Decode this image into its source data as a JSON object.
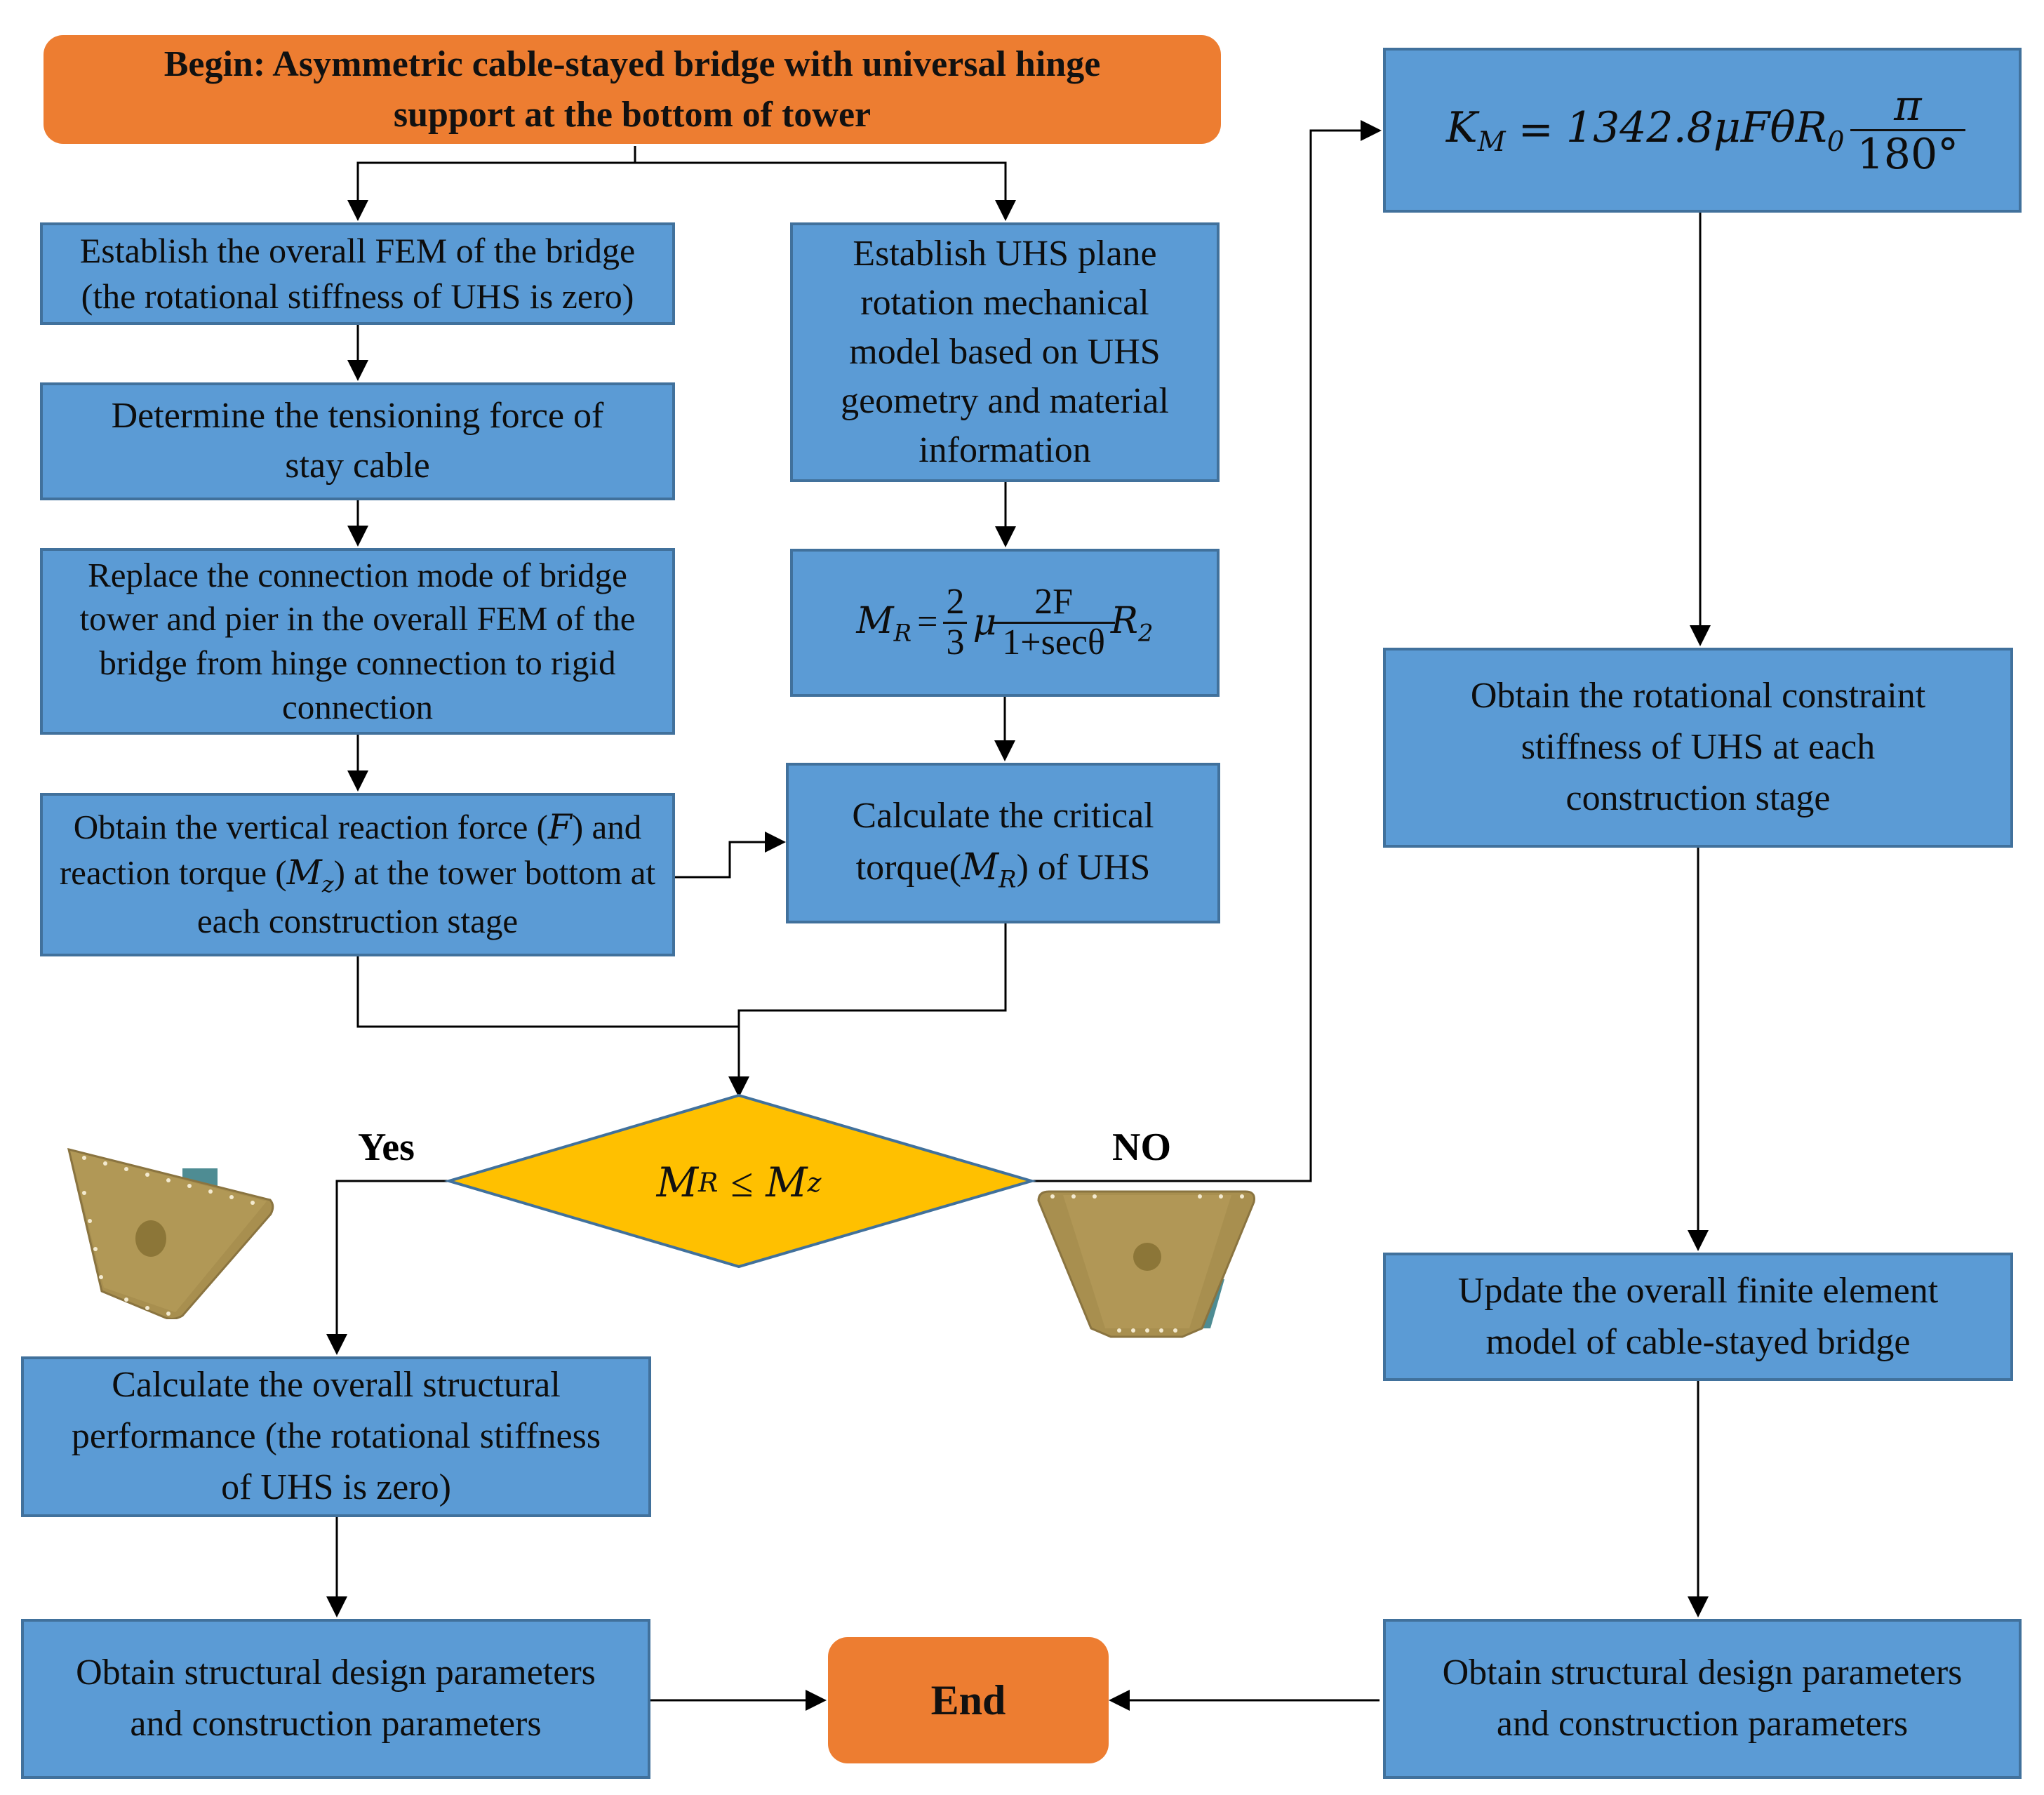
{
  "nodes": {
    "begin": {
      "line1": "Begin: Asymmetric cable-stayed bridge with universal hinge",
      "line2": "support at the bottom of tower"
    },
    "establish_fem": "Establish the overall FEM of the bridge (the rotational stiffness of UHS is zero)",
    "tensioning": "Determine the tensioning force of stay cable",
    "replace_connection": "Replace the connection mode of bridge tower and pier in the overall FEM of the bridge from hinge connection to rigid connection",
    "obtain_reaction": {
      "p1": "Obtain the vertical reaction force (",
      "f": "F",
      "p2": ") and reaction torque (",
      "m": "M",
      "sub": "z",
      "p3": ") at the tower bottom at each construction stage"
    },
    "establish_uhs": "Establish UHS plane rotation mechanical model based on UHS geometry and material information",
    "formula_mr": {
      "lhs": "M",
      "lhs_sub": "R",
      "eq": "=",
      "frac1_num": "2",
      "frac1_den": "3",
      "mu": "μ",
      "frac2_num": "2F",
      "frac2_den": "1+secθ",
      "r": "R",
      "r_sub": "2"
    },
    "critical_torque": {
      "p1": "Calculate the critical torque(",
      "m": "M",
      "sub": "R",
      "p2": ") of UHS"
    },
    "decision": {
      "m1": "M",
      "s1": "R",
      "op": "≤",
      "m2": "M",
      "s2": "z"
    },
    "yes_label": "Yes",
    "no_label": "NO",
    "formula_km": {
      "k": "K",
      "k_sub": "M",
      "eq": "=",
      "body": "1342.8μFθR",
      "body_sub": "0",
      "num": "π",
      "den": "180°"
    },
    "rotational_constraint": "Obtain the rotational constraint stiffness of UHS at each construction stage",
    "update_fem": "Update the overall finite element model of cable-stayed bridge",
    "calc_overall": "Calculate the overall structural performance (the rotational stiffness of UHS is zero)",
    "obtain_left": "Obtain structural design parameters and construction parameters",
    "obtain_right": "Obtain structural design parameters and construction parameters",
    "end": "End"
  },
  "colors": {
    "box_fill": "#5b9bd5",
    "box_border": "#41719c",
    "terminal": "#ed7d31",
    "decision": "#ffc000",
    "hinge_plate": "#a88f4f",
    "hinge_base": "#4e8c93"
  }
}
